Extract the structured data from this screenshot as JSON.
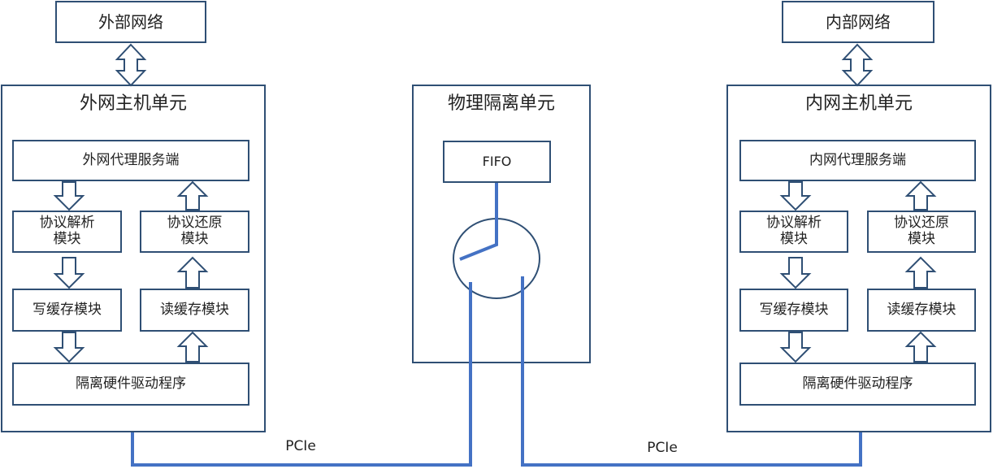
{
  "network": {
    "external": "外部网络",
    "internal": "内部网络"
  },
  "left_host": {
    "title": "外网主机单元",
    "proxy": "外网代理服务端",
    "parse": "协议解析\n模块",
    "restore": "协议还原\n模块",
    "write_cache": "写缓存模块",
    "read_cache": "读缓存模块",
    "driver": "隔离硬件驱动程序"
  },
  "middle": {
    "title": "物理隔离单元",
    "fifo": "FIFO"
  },
  "right_host": {
    "title": "内网主机单元",
    "proxy": "内网代理服务端",
    "parse": "协议解析\n模块",
    "restore": "协议还原\n模块",
    "write_cache": "写缓存模块",
    "read_cache": "读缓存模块",
    "driver": "隔离硬件驱动程序"
  },
  "links": {
    "left_bus": "PCIe",
    "right_bus": "PCIe"
  },
  "colors": {
    "border": "#2f4f74",
    "wire": "#4472c4"
  }
}
